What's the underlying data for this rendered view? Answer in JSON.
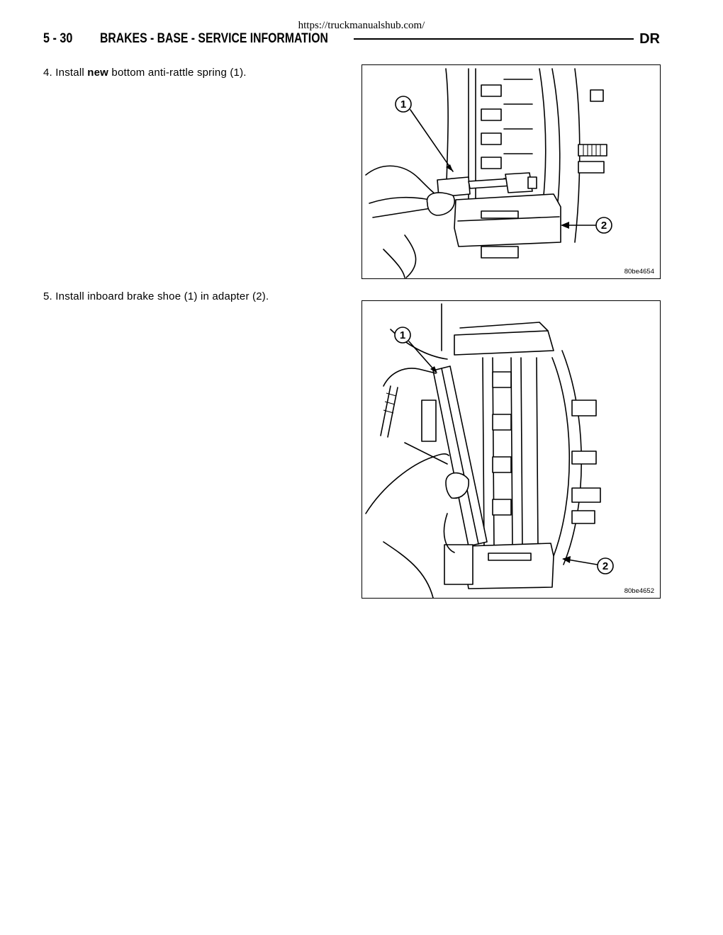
{
  "source_url": "https://truckmanualshub.com/",
  "header": {
    "page_number": "5 - 30",
    "section_title": "BRAKES - BASE - SERVICE INFORMATION",
    "model_code": "DR"
  },
  "steps": [
    {
      "number": "4.",
      "text_before": "Install",
      "bold": "new",
      "text_after": "bottom anti-rattle spring (1).",
      "figure": {
        "code": "80be4654",
        "callouts": [
          "1",
          "2"
        ]
      }
    },
    {
      "number": "5.",
      "text": "Install inboard brake shoe (1) in adapter (2).",
      "figure": {
        "code": "80be4652",
        "callouts": [
          "1",
          "2"
        ]
      }
    }
  ]
}
